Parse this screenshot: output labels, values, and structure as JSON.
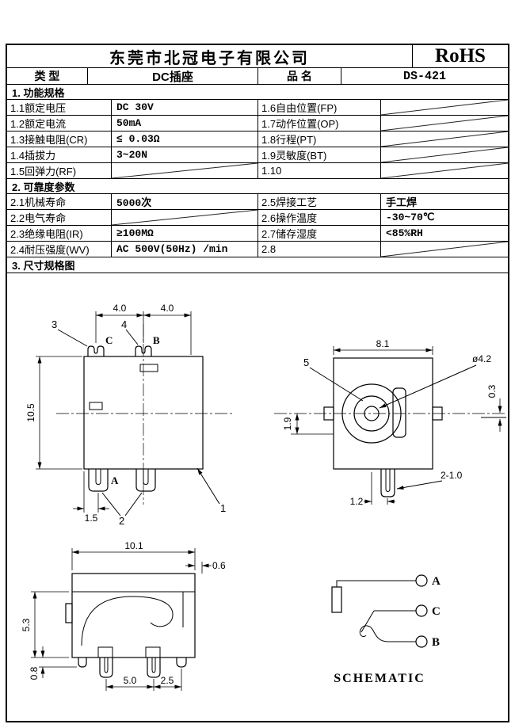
{
  "header": {
    "company": "东莞市北冠电子有限公司",
    "rohs": "RoHS"
  },
  "product": {
    "type_label": "类  型",
    "type_value": "DC插座",
    "name_label": "品  名",
    "name_value": "DS-421"
  },
  "section1": {
    "title": "1.  功能规格",
    "rows": [
      {
        "l_label": "1.1额定电压",
        "l_value": "DC 30V",
        "r_label": "1.6自由位置(FP)",
        "r_value": ""
      },
      {
        "l_label": "1.2额定电流",
        "l_value": "50mA",
        "r_label": "1.7动作位置(OP)",
        "r_value": ""
      },
      {
        "l_label": "1.3接触电阻(CR)",
        "l_value": "≤ 0.03Ω",
        "r_label": "1.8行程(PT)",
        "r_value": ""
      },
      {
        "l_label": "1.4插拔力",
        "l_value": "3~20N",
        "r_label": "1.9灵敏度(BT)",
        "r_value": ""
      },
      {
        "l_label": "1.5回弹力(RF)",
        "l_value": "",
        "r_label": "1.10",
        "r_value": ""
      }
    ]
  },
  "section2": {
    "title": "2.  可靠度参数",
    "rows": [
      {
        "l_label": "2.1机械寿命",
        "l_value": "5000次",
        "r_label": "2.5焊接工艺",
        "r_value": "手工焊"
      },
      {
        "l_label": "2.2电气寿命",
        "l_value": "",
        "r_label": "2.6操作温度",
        "r_value": "-30~70℃"
      },
      {
        "l_label": "2.3绝缘电阻(IR)",
        "l_value": "≥100MΩ",
        "r_label": "2.7储存湿度",
        "r_value": "<85%RH"
      },
      {
        "l_label": "2.4耐压强度(WV)",
        "l_value": "AC 500V(50Hz) /min",
        "r_label": "2.8",
        "r_value": ""
      }
    ]
  },
  "section3": {
    "title": "3.  尺寸规格图"
  },
  "drawing": {
    "front": {
      "dim_top_left": "4.0",
      "dim_top_right": "4.0",
      "dim_height": "10.5",
      "dim_pin_offset": "1.5",
      "pin_c": "C",
      "pin_b": "B",
      "pin_a": "A",
      "callout_1": "1",
      "callout_2": "2",
      "callout_3": "3",
      "callout_4": "4"
    },
    "side": {
      "dim_width": "8.1",
      "dim_hole": "ø4.2",
      "callout_5": "5",
      "dim_center_drop": "1.9",
      "dim_edge": "0.3",
      "dim_pin_offset": "1.2",
      "dim_pins_note": "2-1.0"
    },
    "profile": {
      "dim_width": "10.1",
      "dim_right_offset": "0.6",
      "dim_height": "5.3",
      "dim_standoff": "0.8",
      "dim_pin_pitch": "5.0",
      "dim_pin_edge": "2.5"
    },
    "schematic": {
      "title": "SCHEMATIC",
      "terminal_a": "A",
      "terminal_c": "C",
      "terminal_b": "B"
    }
  }
}
